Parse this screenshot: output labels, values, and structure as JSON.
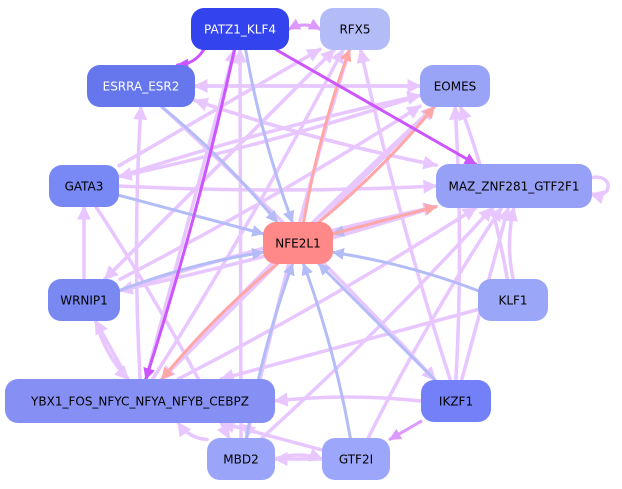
{
  "diagram": {
    "type": "directed-network",
    "colors": {
      "edge_default": "#e8c6ff",
      "edge_blue": "#b4bcf8",
      "edge_red": "#ffa6a6",
      "edge_purple": "#cc55ff",
      "edge_mid_purple": "#dd99ff"
    },
    "nodes": [
      {
        "id": "PATZ1_KLF4",
        "label": "PATZ1_KLF4",
        "fill": "#3344ee",
        "text": "#ffffff"
      },
      {
        "id": "RFX5",
        "label": "RFX5",
        "fill": "#b4bcf8",
        "text": "#000000"
      },
      {
        "id": "ESRRA_ESR2",
        "label": "ESRRA_ESR2",
        "fill": "#6677ee",
        "text": "#ffffff"
      },
      {
        "id": "EOMES",
        "label": "EOMES",
        "fill": "#99a4f6",
        "text": "#000000"
      },
      {
        "id": "GATA3",
        "label": "GATA3",
        "fill": "#7888f4",
        "text": "#000000"
      },
      {
        "id": "MAZ_ZNF281_GTF2F1",
        "label": "MAZ_ZNF281_GTF2F1",
        "fill": "#95a0f6",
        "text": "#000000"
      },
      {
        "id": "NFE2L1",
        "label": "NFE2L1",
        "fill": "#ff8888",
        "text": "#000000"
      },
      {
        "id": "WRNIP1",
        "label": "WRNIP1",
        "fill": "#7a88f2",
        "text": "#000000"
      },
      {
        "id": "KLF1",
        "label": "KLF1",
        "fill": "#9aa6f8",
        "text": "#000000"
      },
      {
        "id": "YBX1_FOS_NFYC_NFYA_NFYB_CEBPZ",
        "label": "YBX1_FOS_NFYC_NFYA_NFYB_CEBPZ",
        "fill": "#8690f4",
        "text": "#000000"
      },
      {
        "id": "IKZF1",
        "label": "IKZF1",
        "fill": "#7480f8",
        "text": "#000000"
      },
      {
        "id": "MBD2",
        "label": "MBD2",
        "fill": "#9aa4f8",
        "text": "#000000"
      },
      {
        "id": "GTF2I",
        "label": "GTF2I",
        "fill": "#9ca6fa",
        "text": "#000000"
      }
    ],
    "edges": [
      {
        "from": "PATZ1_KLF4",
        "to": "RFX5",
        "color": "edge_mid_purple"
      },
      {
        "from": "RFX5",
        "to": "PATZ1_KLF4",
        "color": "edge_mid_purple"
      },
      {
        "from": "PATZ1_KLF4",
        "to": "ESRRA_ESR2",
        "color": "edge_purple"
      },
      {
        "from": "PATZ1_KLF4",
        "to": "MAZ_ZNF281_GTF2F1",
        "color": "edge_purple"
      },
      {
        "from": "PATZ1_KLF4",
        "to": "YBX1_FOS_NFYC_NFYA_NFYB_CEBPZ",
        "color": "edge_purple"
      },
      {
        "from": "PATZ1_KLF4",
        "to": "NFE2L1",
        "color": "edge_blue"
      },
      {
        "from": "NFE2L1",
        "to": "RFX5",
        "color": "edge_red"
      },
      {
        "from": "NFE2L1",
        "to": "EOMES",
        "color": "edge_red"
      },
      {
        "from": "NFE2L1",
        "to": "MAZ_ZNF281_GTF2F1",
        "color": "edge_red"
      },
      {
        "from": "NFE2L1",
        "to": "YBX1_FOS_NFYC_NFYA_NFYB_CEBPZ",
        "color": "edge_red"
      },
      {
        "from": "ESRRA_ESR2",
        "to": "NFE2L1",
        "color": "edge_blue"
      },
      {
        "from": "GATA3",
        "to": "NFE2L1",
        "color": "edge_blue"
      },
      {
        "from": "WRNIP1",
        "to": "NFE2L1",
        "color": "edge_blue"
      },
      {
        "from": "KLF1",
        "to": "NFE2L1",
        "color": "edge_blue"
      },
      {
        "from": "IKZF1",
        "to": "NFE2L1",
        "color": "edge_blue"
      },
      {
        "from": "GTF2I",
        "to": "NFE2L1",
        "color": "edge_blue"
      },
      {
        "from": "MBD2",
        "to": "NFE2L1",
        "color": "edge_blue"
      },
      {
        "from": "MAZ_ZNF281_GTF2F1",
        "to": "NFE2L1",
        "color": "edge_blue"
      },
      {
        "from": "WRNIP1",
        "to": "GATA3",
        "color": "edge_default"
      },
      {
        "from": "MAZ_ZNF281_GTF2F1",
        "to": "MAZ_ZNF281_GTF2F1",
        "color": "edge_default"
      },
      {
        "from": "MBD2",
        "to": "YBX1_FOS_NFYC_NFYA_NFYB_CEBPZ",
        "color": "edge_default"
      },
      {
        "from": "GTF2I",
        "to": "MBD2",
        "color": "edge_default"
      },
      {
        "from": "MBD2",
        "to": "GTF2I",
        "color": "edge_default"
      },
      {
        "from": "IKZF1",
        "to": "GTF2I",
        "color": "edge_mid_purple"
      },
      {
        "from": "IKZF1",
        "to": "YBX1_FOS_NFYC_NFYA_NFYB_CEBPZ",
        "color": "edge_default"
      },
      {
        "from": "IKZF1",
        "to": "MAZ_ZNF281_GTF2F1",
        "color": "edge_default"
      },
      {
        "from": "IKZF1",
        "to": "EOMES",
        "color": "edge_default"
      },
      {
        "from": "IKZF1",
        "to": "RFX5",
        "color": "edge_default"
      },
      {
        "from": "KLF1",
        "to": "YBX1_FOS_NFYC_NFYA_NFYB_CEBPZ",
        "color": "edge_default"
      },
      {
        "from": "KLF1",
        "to": "MAZ_ZNF281_GTF2F1",
        "color": "edge_default"
      },
      {
        "from": "YBX1_FOS_NFYC_NFYA_NFYB_CEBPZ",
        "to": "MAZ_ZNF281_GTF2F1",
        "color": "edge_default"
      },
      {
        "from": "YBX1_FOS_NFYC_NFYA_NFYB_CEBPZ",
        "to": "EOMES",
        "color": "edge_default"
      },
      {
        "from": "YBX1_FOS_NFYC_NFYA_NFYB_CEBPZ",
        "to": "RFX5",
        "color": "edge_default"
      },
      {
        "from": "YBX1_FOS_NFYC_NFYA_NFYB_CEBPZ",
        "to": "ESRRA_ESR2",
        "color": "edge_default"
      },
      {
        "from": "YBX1_FOS_NFYC_NFYA_NFYB_CEBPZ",
        "to": "PATZ1_KLF4",
        "color": "edge_default"
      },
      {
        "from": "WRNIP1",
        "to": "MAZ_ZNF281_GTF2F1",
        "color": "edge_default"
      },
      {
        "from": "WRNIP1",
        "to": "EOMES",
        "color": "edge_default"
      },
      {
        "from": "WRNIP1",
        "to": "RFX5",
        "color": "edge_default"
      },
      {
        "from": "WRNIP1",
        "to": "YBX1_FOS_NFYC_NFYA_NFYB_CEBPZ",
        "color": "edge_default"
      },
      {
        "from": "GATA3",
        "to": "EOMES",
        "color": "edge_default"
      },
      {
        "from": "GATA3",
        "to": "RFX5",
        "color": "edge_default"
      },
      {
        "from": "GATA3",
        "to": "MBD2",
        "color": "edge_default"
      },
      {
        "from": "GATA3",
        "to": "MAZ_ZNF281_GTF2F1",
        "color": "edge_default"
      },
      {
        "from": "ESRRA_ESR2",
        "to": "EOMES",
        "color": "edge_default"
      },
      {
        "from": "ESRRA_ESR2",
        "to": "MAZ_ZNF281_GTF2F1",
        "color": "edge_default"
      },
      {
        "from": "ESRRA_ESR2",
        "to": "IKZF1",
        "color": "edge_default"
      },
      {
        "from": "EOMES",
        "to": "ESRRA_ESR2",
        "color": "edge_default"
      },
      {
        "from": "MAZ_ZNF281_GTF2F1",
        "to": "ESRRA_ESR2",
        "color": "edge_default"
      },
      {
        "from": "RFX5",
        "to": "MBD2",
        "color": "edge_default"
      },
      {
        "from": "RFX5",
        "to": "WRNIP1",
        "color": "edge_default"
      },
      {
        "from": "EOMES",
        "to": "YBX1_FOS_NFYC_NFYA_NFYB_CEBPZ",
        "color": "edge_default"
      },
      {
        "from": "EOMES",
        "to": "GATA3",
        "color": "edge_default"
      },
      {
        "from": "GTF2I",
        "to": "YBX1_FOS_NFYC_NFYA_NFYB_CEBPZ",
        "color": "edge_default"
      },
      {
        "from": "GTF2I",
        "to": "MAZ_ZNF281_GTF2F1",
        "color": "edge_default"
      },
      {
        "from": "MBD2",
        "to": "MAZ_ZNF281_GTF2F1",
        "color": "edge_default"
      },
      {
        "from": "MBD2",
        "to": "PATZ1_KLF4",
        "color": "edge_default"
      },
      {
        "from": "KLF1",
        "to": "EOMES",
        "color": "edge_default"
      },
      {
        "from": "MAZ_ZNF281_GTF2F1",
        "to": "WRNIP1",
        "color": "edge_default"
      },
      {
        "from": "YBX1_FOS_NFYC_NFYA_NFYB_CEBPZ",
        "to": "WRNIP1",
        "color": "edge_default"
      }
    ]
  }
}
